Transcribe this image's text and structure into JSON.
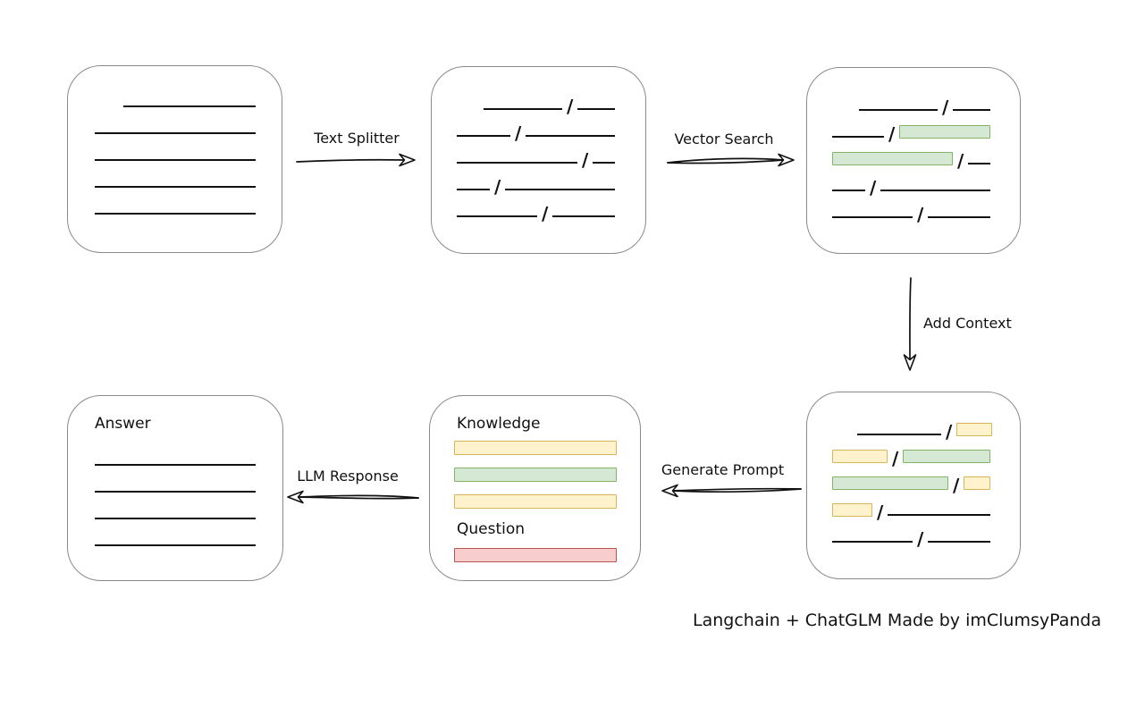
{
  "diagram": {
    "footer": "Langchain + ChatGLM Made by imClumsyPanda",
    "arrows": [
      {
        "id": "text-splitter",
        "label": "Text Splitter"
      },
      {
        "id": "vector-search",
        "label": "Vector Search"
      },
      {
        "id": "add-context",
        "label": "Add Context"
      },
      {
        "id": "generate-prompt",
        "label": "Generate Prompt"
      },
      {
        "id": "llm-response",
        "label": "LLM Response"
      }
    ],
    "boxes": {
      "document": {
        "rows": [
          [
            {
              "t": "gap",
              "w": 32
            },
            {
              "t": "line",
              "w": 148
            }
          ],
          [
            {
              "t": "line",
              "w": 180
            }
          ],
          [
            {
              "t": "line",
              "w": 180
            }
          ],
          [
            {
              "t": "line",
              "w": 180
            }
          ],
          [
            {
              "t": "line",
              "w": 180
            }
          ]
        ]
      },
      "chunks": {
        "rows": [
          [
            {
              "t": "gap",
              "w": 30
            },
            {
              "t": "line",
              "w": 88
            },
            {
              "t": "slash"
            },
            {
              "t": "line",
              "w": 42
            }
          ],
          [
            {
              "t": "line",
              "w": 60
            },
            {
              "t": "slash"
            },
            {
              "t": "line",
              "w": 100
            }
          ],
          [
            {
              "t": "line",
              "w": 135
            },
            {
              "t": "slash"
            },
            {
              "t": "line",
              "w": 25
            }
          ],
          [
            {
              "t": "line",
              "w": 37
            },
            {
              "t": "slash"
            },
            {
              "t": "line",
              "w": 123
            }
          ],
          [
            {
              "t": "line",
              "w": 90
            },
            {
              "t": "slash"
            },
            {
              "t": "line",
              "w": 70
            }
          ]
        ]
      },
      "retrieved": {
        "rows": [
          [
            {
              "t": "gap",
              "w": 30
            },
            {
              "t": "line",
              "w": 88
            },
            {
              "t": "slash"
            },
            {
              "t": "line",
              "w": 42
            }
          ],
          [
            {
              "t": "line",
              "w": 58
            },
            {
              "t": "slash"
            },
            {
              "t": "chip",
              "c": "green",
              "w": 102
            }
          ],
          [
            {
              "t": "chip",
              "c": "green",
              "w": 135
            },
            {
              "t": "slash"
            },
            {
              "t": "line",
              "w": 25
            }
          ],
          [
            {
              "t": "line",
              "w": 37
            },
            {
              "t": "slash"
            },
            {
              "t": "line",
              "w": 123
            }
          ],
          [
            {
              "t": "line",
              "w": 90
            },
            {
              "t": "slash"
            },
            {
              "t": "line",
              "w": 70
            }
          ]
        ]
      },
      "context": {
        "rows": [
          [
            {
              "t": "gap",
              "w": 28
            },
            {
              "t": "line",
              "w": 94
            },
            {
              "t": "slash"
            },
            {
              "t": "chip",
              "c": "yellow",
              "w": 40
            }
          ],
          [
            {
              "t": "chip",
              "c": "yellow",
              "w": 62
            },
            {
              "t": "slash"
            },
            {
              "t": "chip",
              "c": "green",
              "w": 98
            }
          ],
          [
            {
              "t": "chip",
              "c": "green",
              "w": 130
            },
            {
              "t": "slash"
            },
            {
              "t": "chip",
              "c": "yellow",
              "w": 30
            }
          ],
          [
            {
              "t": "chip",
              "c": "yellow",
              "w": 45
            },
            {
              "t": "slash"
            },
            {
              "t": "line",
              "w": 115
            }
          ],
          [
            {
              "t": "line",
              "w": 90
            },
            {
              "t": "slash"
            },
            {
              "t": "line",
              "w": 70
            }
          ]
        ]
      },
      "prompt": {
        "knowledge_label": "Knowledge",
        "knowledge_bars": [
          "yellow",
          "green",
          "yellow"
        ],
        "question_label": "Question",
        "question_bars": [
          "red"
        ]
      },
      "answer": {
        "label": "Answer",
        "line_count": 4,
        "line_width": 180
      }
    }
  },
  "colors": {
    "green-fill": "#d5e8d4",
    "green-stroke": "#82b366",
    "yellow-fill": "#fff2cc",
    "yellow-stroke": "#d6b656",
    "red-fill": "#f8cecc",
    "red-stroke": "#b85450",
    "box-stroke": "#8a8a8a",
    "ink": "#111111"
  }
}
